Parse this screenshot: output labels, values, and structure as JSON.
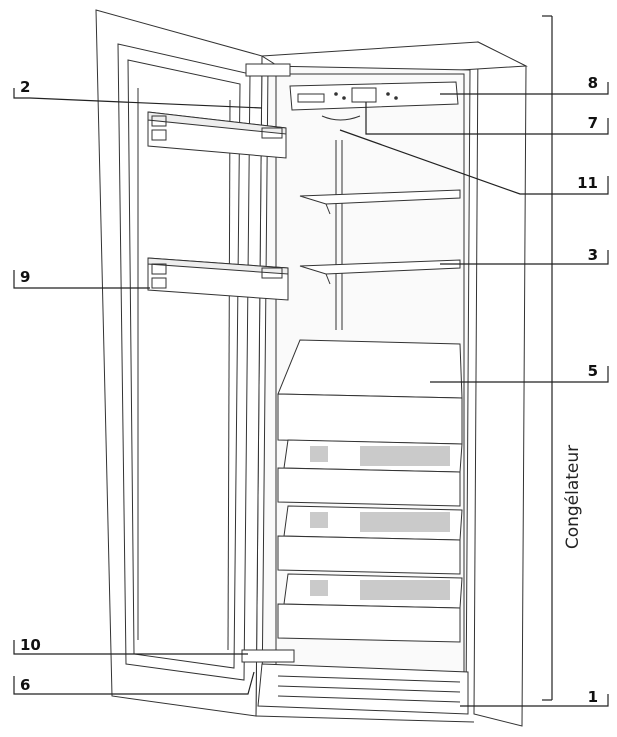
{
  "diagram": {
    "side_label": "Congélateur",
    "callouts": {
      "c1": "1",
      "c2": "2",
      "c3": "3",
      "c5": "5",
      "c6": "6",
      "c7": "7",
      "c8": "8",
      "c9": "9",
      "c10": "10",
      "c11": "11"
    }
  }
}
